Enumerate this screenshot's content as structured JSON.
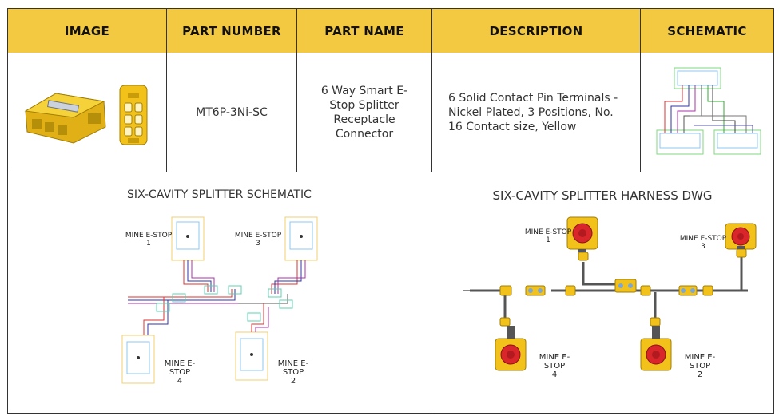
{
  "table": {
    "headers": [
      "IMAGE",
      "PART NUMBER",
      "PART NAME",
      "DESCRIPTION",
      "SCHEMATIC"
    ],
    "row": {
      "part_number": "MT6P-3Ni-SC",
      "part_name": "6 Way Smart E-Stop Splitter Receptacle Connector",
      "description": "6 Solid Contact Pin Terminals - Nickel Plated, 3 Positions, No. 16 Contact size, Yellow"
    }
  },
  "panels": {
    "schematic": {
      "title": "SIX-CAVITY SPLITTER SCHEMATIC",
      "labels": [
        {
          "name": "MINE E-STOP",
          "num": "1"
        },
        {
          "name": "MINE E-STOP",
          "num": "3"
        },
        {
          "name": "MINE E-STOP",
          "num": "4"
        },
        {
          "name": "MINE E-STOP",
          "num": "2"
        }
      ]
    },
    "harness": {
      "title": "SIX-CAVITY SPLITTER HARNESS DWG",
      "labels": [
        {
          "name": "MINE E-STOP",
          "num": "1"
        },
        {
          "name": "MINE E-STOP",
          "num": "3"
        },
        {
          "name": "MINE E-STOP",
          "num": "4"
        },
        {
          "name": "MINE E-STOP",
          "num": "2"
        }
      ]
    }
  },
  "colors": {
    "header_bg": "#f4c942",
    "connector_yellow": "#f2c21b",
    "estop_red": "#d8262b"
  }
}
